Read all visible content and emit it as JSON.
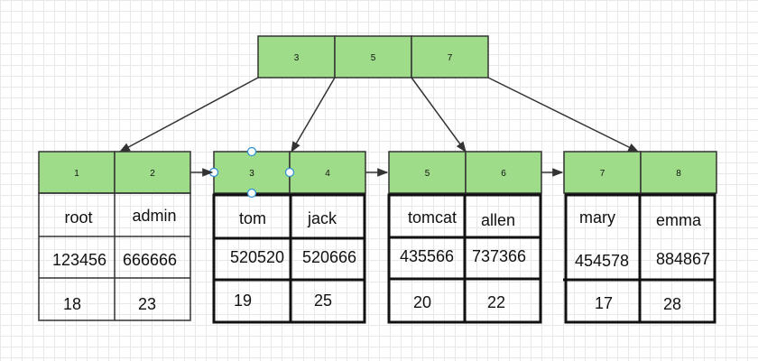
{
  "root": {
    "keys": [
      "3",
      "5",
      "7"
    ]
  },
  "leaves": [
    {
      "keys": [
        "1",
        "2"
      ],
      "rows": [
        [
          "root",
          "admin"
        ],
        [
          "123456",
          "666666"
        ],
        [
          "18",
          "23"
        ]
      ]
    },
    {
      "keys": [
        "3",
        "4"
      ],
      "rows": [
        [
          "tom",
          "jack"
        ],
        [
          "520520",
          "520666"
        ],
        [
          "19",
          "25"
        ]
      ]
    },
    {
      "keys": [
        "5",
        "6"
      ],
      "rows": [
        [
          "tomcat",
          "allen"
        ],
        [
          "435566",
          "737366"
        ],
        [
          "20",
          "22"
        ]
      ]
    },
    {
      "keys": [
        "7",
        "8"
      ],
      "rows": [
        [
          "mary",
          "emma"
        ],
        [
          "454578",
          "884867"
        ],
        [
          "17",
          "28"
        ]
      ]
    }
  ],
  "colors": {
    "key_fill": "#9fdc8a",
    "line": "#333333",
    "handle": "#2b8fd6"
  }
}
